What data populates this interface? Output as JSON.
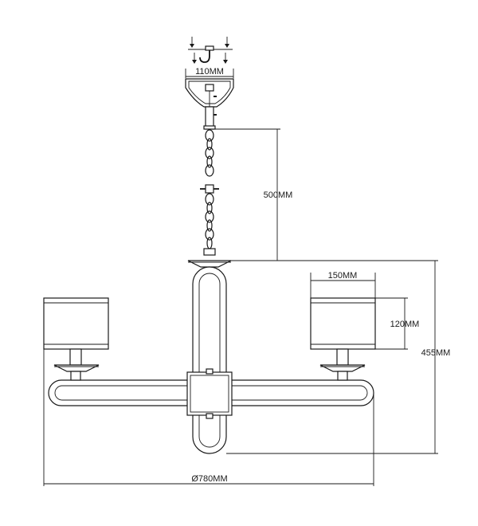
{
  "dimensions": {
    "canopy_width": "110MM",
    "chain_length": "500MM",
    "shade_width": "150MM",
    "shade_height": "120MM",
    "body_height": "455MM",
    "overall_diameter": "Ø780MM"
  },
  "icons": {
    "hook": "ceiling-hook-icon",
    "screw_arrows": "screw-arrow-icon"
  },
  "colors": {
    "line": "#1a1a1a",
    "background": "#ffffff"
  }
}
